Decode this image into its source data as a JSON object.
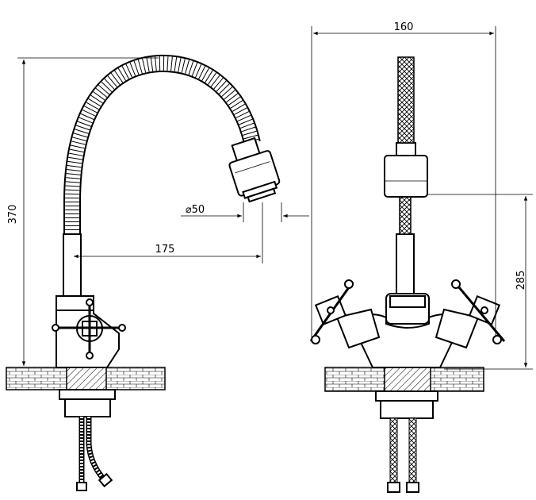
{
  "dimensions": {
    "height_total": "370",
    "width_total": "160",
    "spout_reach": "175",
    "aerator_diameter": "⌀50",
    "spout_height": "285"
  },
  "views": [
    "side-view",
    "front-view"
  ],
  "colors": {
    "line": "#000000",
    "background": "#ffffff"
  }
}
